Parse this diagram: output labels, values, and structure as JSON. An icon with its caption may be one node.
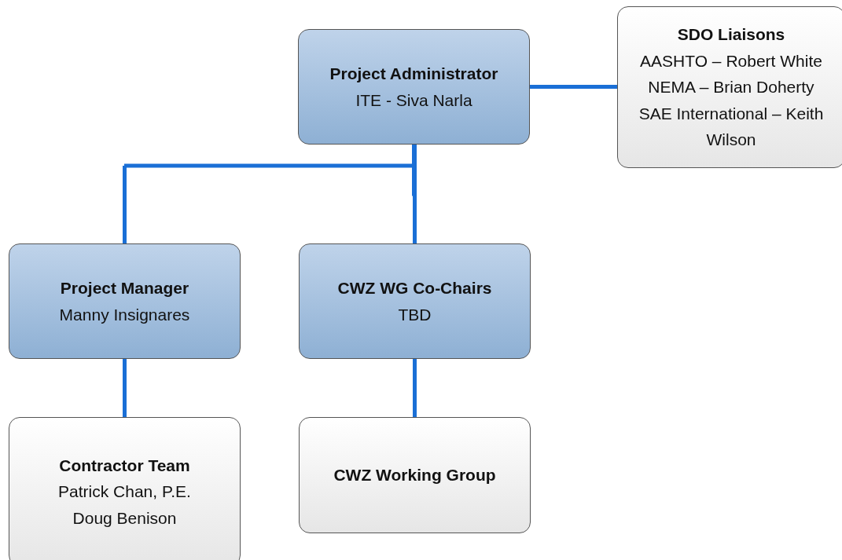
{
  "diagram": {
    "nodes": [
      {
        "text": [
          "Project Administrator",
          "ITE - Siva Narla"
        ]
      },
      {
        "text": [
          "SDO Liaisons",
          "AASHTO – Robert White",
          "NEMA – Brian Doherty",
          "SAE International – Keith Wilson"
        ]
      },
      {
        "text": [
          "Project Manager",
          "Manny Insignares"
        ]
      },
      {
        "text": [
          "CWZ WG Co-Chairs",
          "TBD"
        ]
      },
      {
        "text": [
          "Contractor Team",
          "Patrick Chan, P.E.",
          "Doug Benison"
        ]
      },
      {
        "text": [
          "CWZ Working Group"
        ]
      }
    ],
    "edges": [
      {
        "from": 0,
        "to": 1,
        "arrow": "none"
      },
      {
        "from": 0,
        "to": 2,
        "arrow": "none"
      },
      {
        "from": 0,
        "to": 3,
        "arrow": "none"
      },
      {
        "from": 2,
        "to": 4,
        "arrow": "none"
      },
      {
        "from": 3,
        "to": 5,
        "arrow": "none"
      }
    ]
  }
}
